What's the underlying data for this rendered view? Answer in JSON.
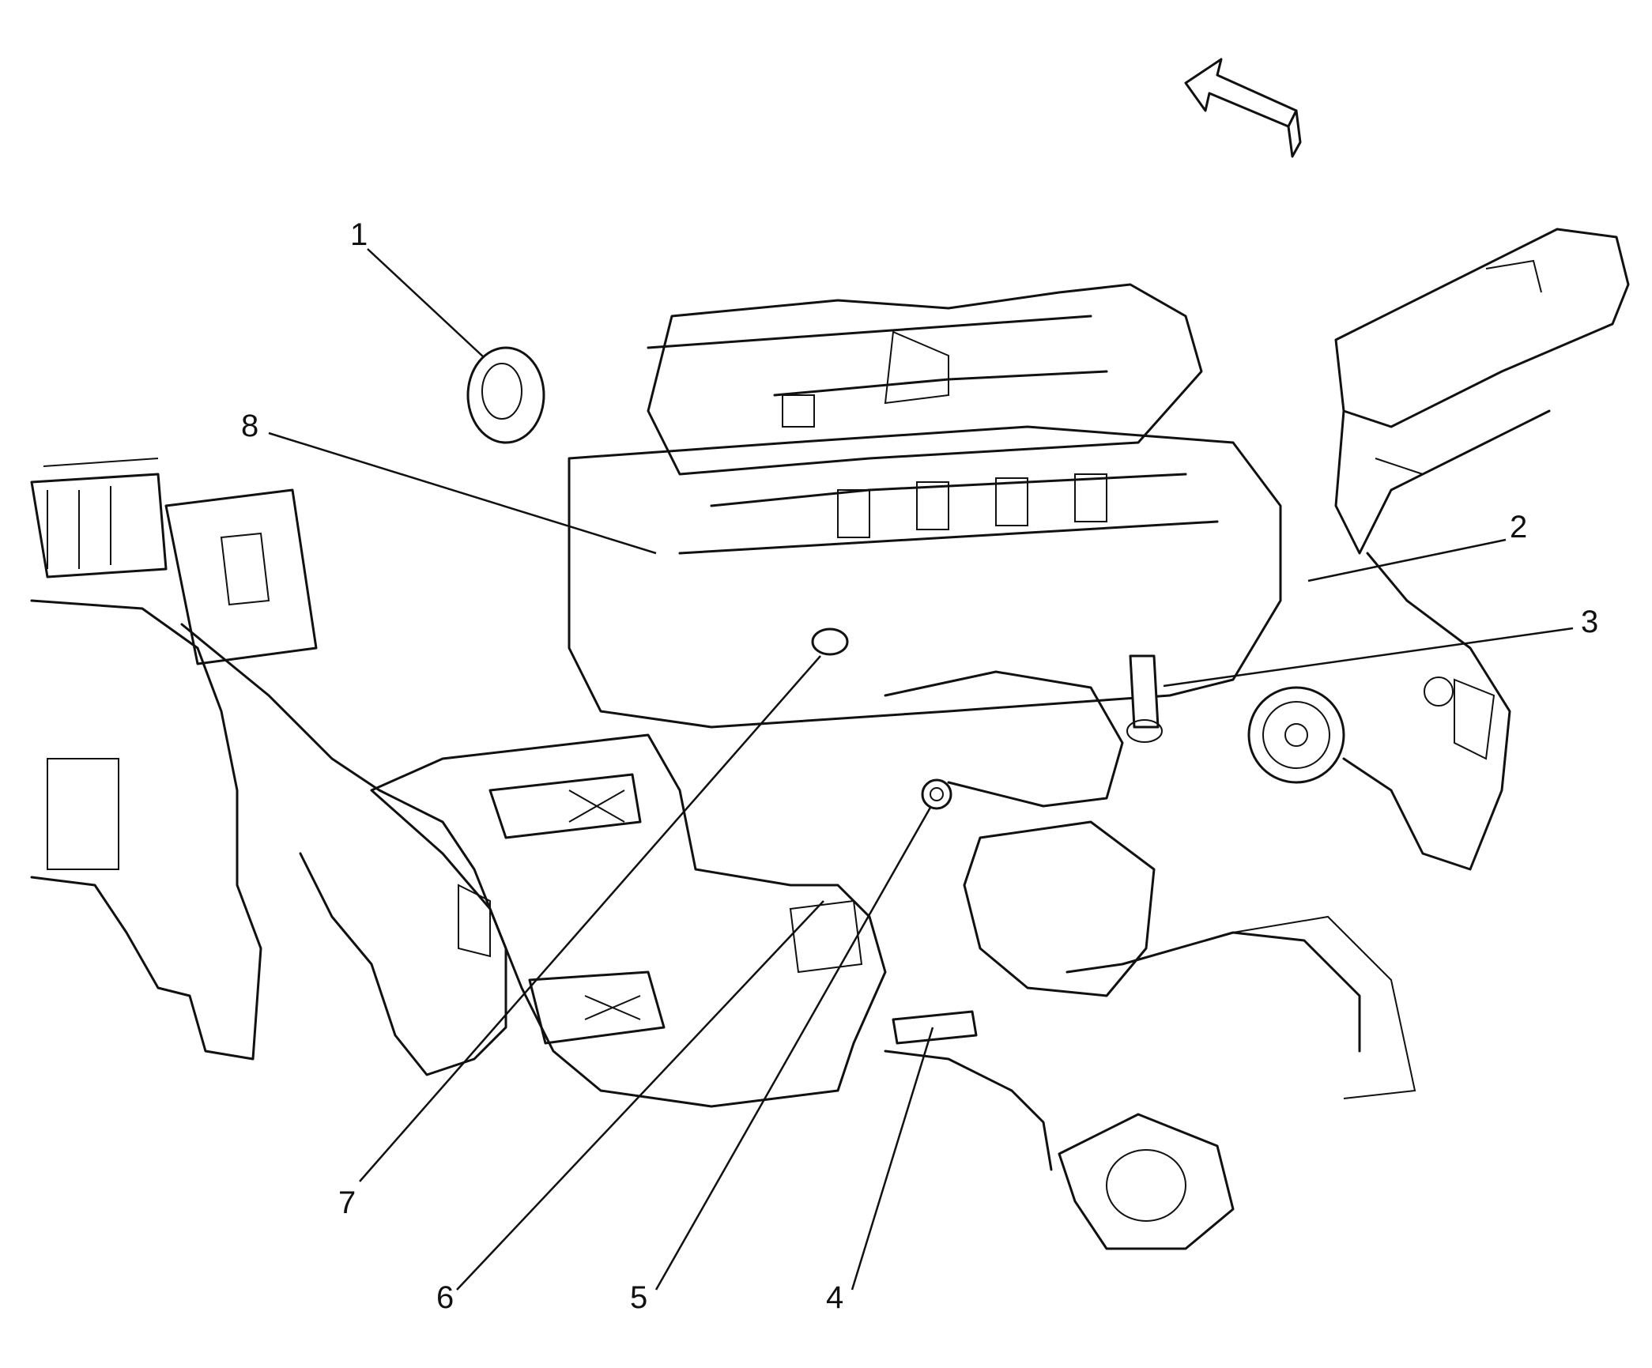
{
  "callouts": [
    {
      "id": "1",
      "label": "1"
    },
    {
      "id": "2",
      "label": "2"
    },
    {
      "id": "3",
      "label": "3"
    },
    {
      "id": "4",
      "label": "4"
    },
    {
      "id": "5",
      "label": "5"
    },
    {
      "id": "6",
      "label": "6"
    },
    {
      "id": "7",
      "label": "7"
    },
    {
      "id": "8",
      "label": "8"
    }
  ],
  "direction_arrow": {
    "icon": "front-of-vehicle-arrow-icon"
  },
  "colors": {
    "ink": "#111111",
    "background": "#ffffff"
  }
}
